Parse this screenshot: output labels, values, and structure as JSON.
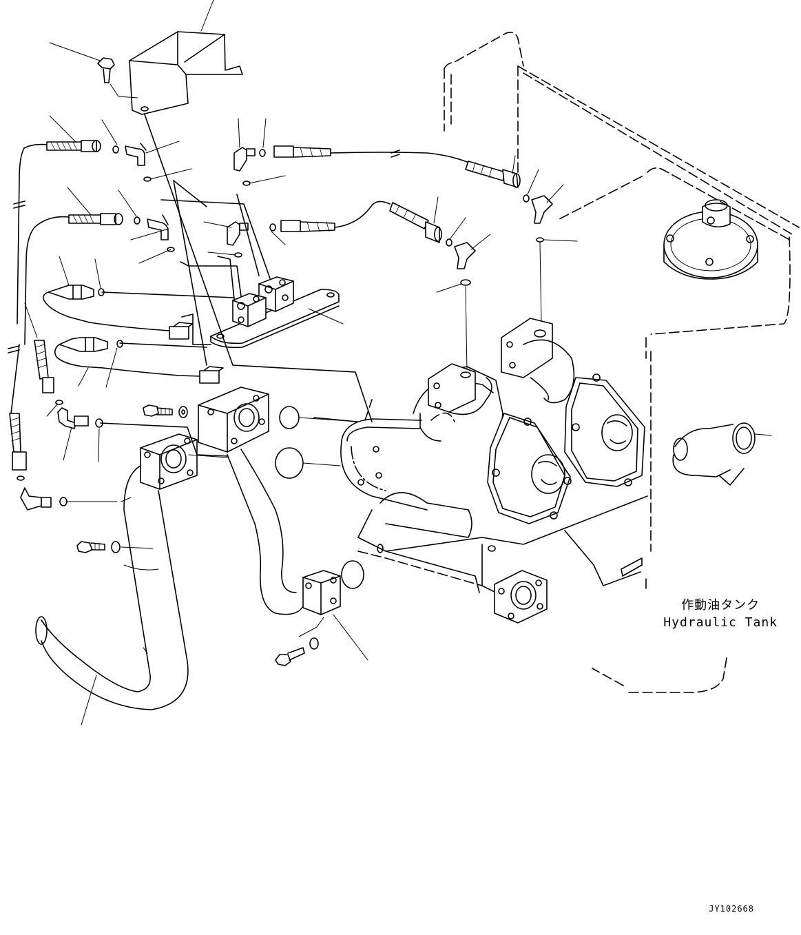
{
  "labels": {
    "tank_jp": "作動油タンク",
    "tank_en": "Hydraulic Tank",
    "drawing_code": "JY102668"
  },
  "colors": {
    "line": "#000000",
    "background": "#ffffff"
  },
  "icons": {
    "leader": "leader-line",
    "oring": "o-ring-icon",
    "elbow": "elbow-fitting-icon",
    "hose": "hose-assembly-icon",
    "sensor": "pressure-sensor-icon",
    "bolt": "bolt-icon",
    "washer": "washer-icon"
  }
}
